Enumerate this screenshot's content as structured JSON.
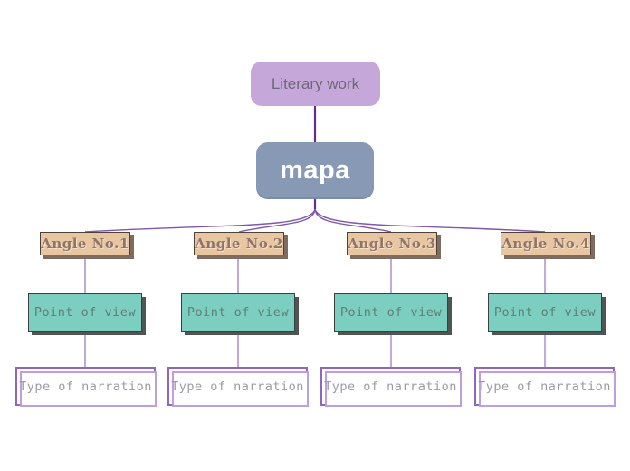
{
  "diagram": {
    "root": {
      "label": "Literary work"
    },
    "center": {
      "label": "mapa"
    },
    "branches": [
      {
        "angle": "Angle No.1",
        "pov": "Point of view",
        "narration": "Type of narration"
      },
      {
        "angle": "Angle No.2",
        "pov": "Point of view",
        "narration": "Type of narration"
      },
      {
        "angle": "Angle No.3",
        "pov": "Point of view",
        "narration": "Type of narration"
      },
      {
        "angle": "Angle No.4",
        "pov": "Point of view",
        "narration": "Type of narration"
      }
    ]
  },
  "colors": {
    "root_bg": "#c6a7da",
    "root_text": "#6e6878",
    "center_bg": "#8799b5",
    "center_text": "#ffffff",
    "angle_bg": "#e9c6a2",
    "angle_border": "#4e4137",
    "angle_shadow": "#7e6c60",
    "angle_text": "#8e7568",
    "pov_bg": "#7ccfc0",
    "pov_border": "#39403d",
    "pov_shadow": "#4e5553",
    "pov_text": "#5d7f78",
    "narration_bg": "#ffffff",
    "narration_border": "#9065bb",
    "narration_shadow": "#bb9fdf",
    "narration_text": "#9b9ba0",
    "connector_dark": "#5e2f8d",
    "connector_mid": "#7e58ab",
    "connector_light": "#c3a8da"
  }
}
